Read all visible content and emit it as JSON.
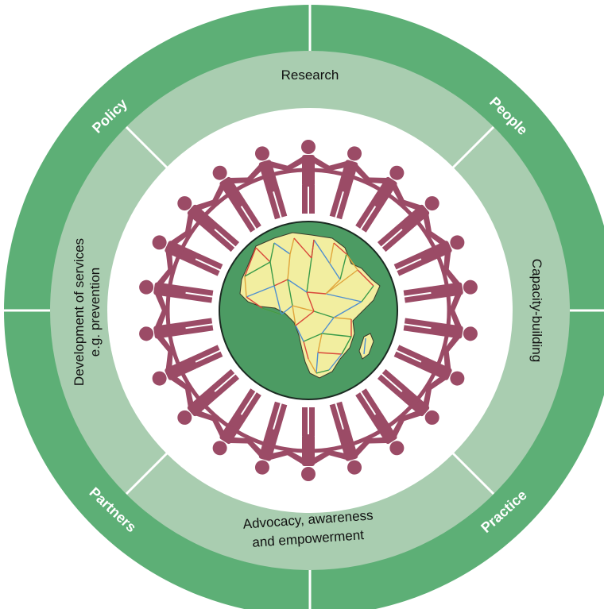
{
  "colors": {
    "outer_ring": "#5daf76",
    "inner_ring": "#a9cdb0",
    "people": "#9b4b66",
    "globe": "#4c9b63",
    "continent": "#f2eea0",
    "route_colors": [
      "#d9473a",
      "#3a9b49",
      "#4f8fd0",
      "#e0a43a"
    ]
  },
  "outer_ring": {
    "labels": [
      "Policy",
      "People",
      "Practice",
      "Partners"
    ]
  },
  "inner_ring": {
    "research": "Research",
    "capacity": "Capacity-building",
    "advocacy": [
      "Advocacy, awareness",
      "and empowerment"
    ],
    "development": [
      "Development of services",
      "e.g. prevention"
    ]
  },
  "icons": {
    "people_chain": "people-holding-hands-icon",
    "continent": "africa-map-icon"
  }
}
